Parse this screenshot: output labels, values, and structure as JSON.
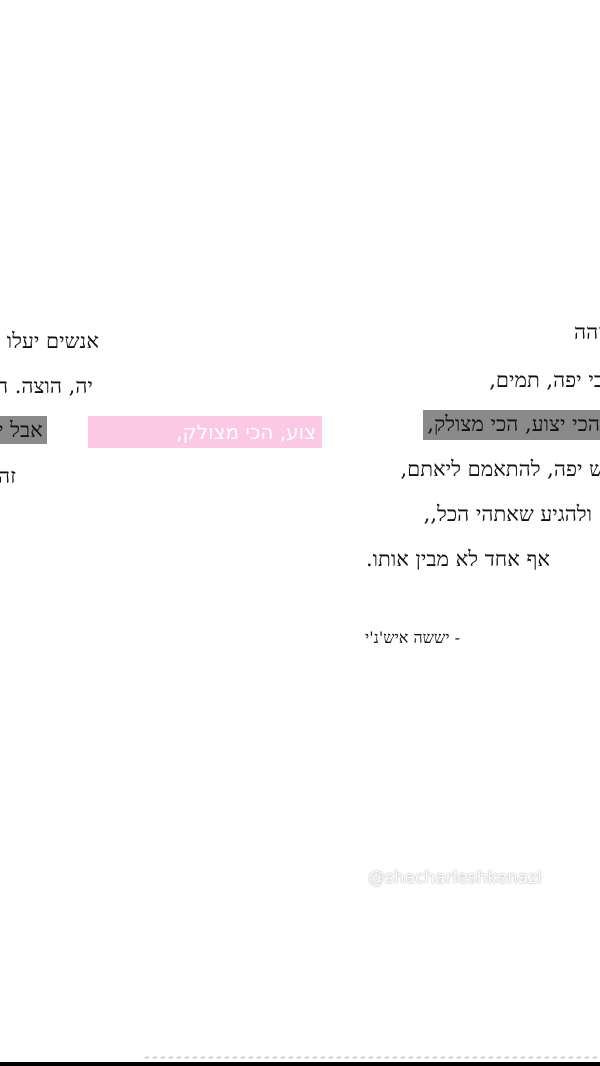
{
  "poem": {
    "right_lines": [
      "זהה",
      "בי יפה, תמים,",
      "הכי יצוע, הכי מצולק,",
      "ש יפה, להתאמם ליאתם,",
      "ולהגיע שאתהי הכל,,",
      "אף אחד לא מבין אותו."
    ],
    "overlay_text": "צוע, הכי מצולק,",
    "left_lines": [
      "אנשים יעלו ב",
      "יה, הוצה. ה",
      "אבל י",
      "זה"
    ],
    "signature": "- יששה איש'נ'י"
  },
  "watermark": "@shacharleshkenazi",
  "colors": {
    "highlight_gray": "#8a8a8a",
    "highlight_red": "#d9476a",
    "highlight_pink": "#fbc9e6"
  }
}
